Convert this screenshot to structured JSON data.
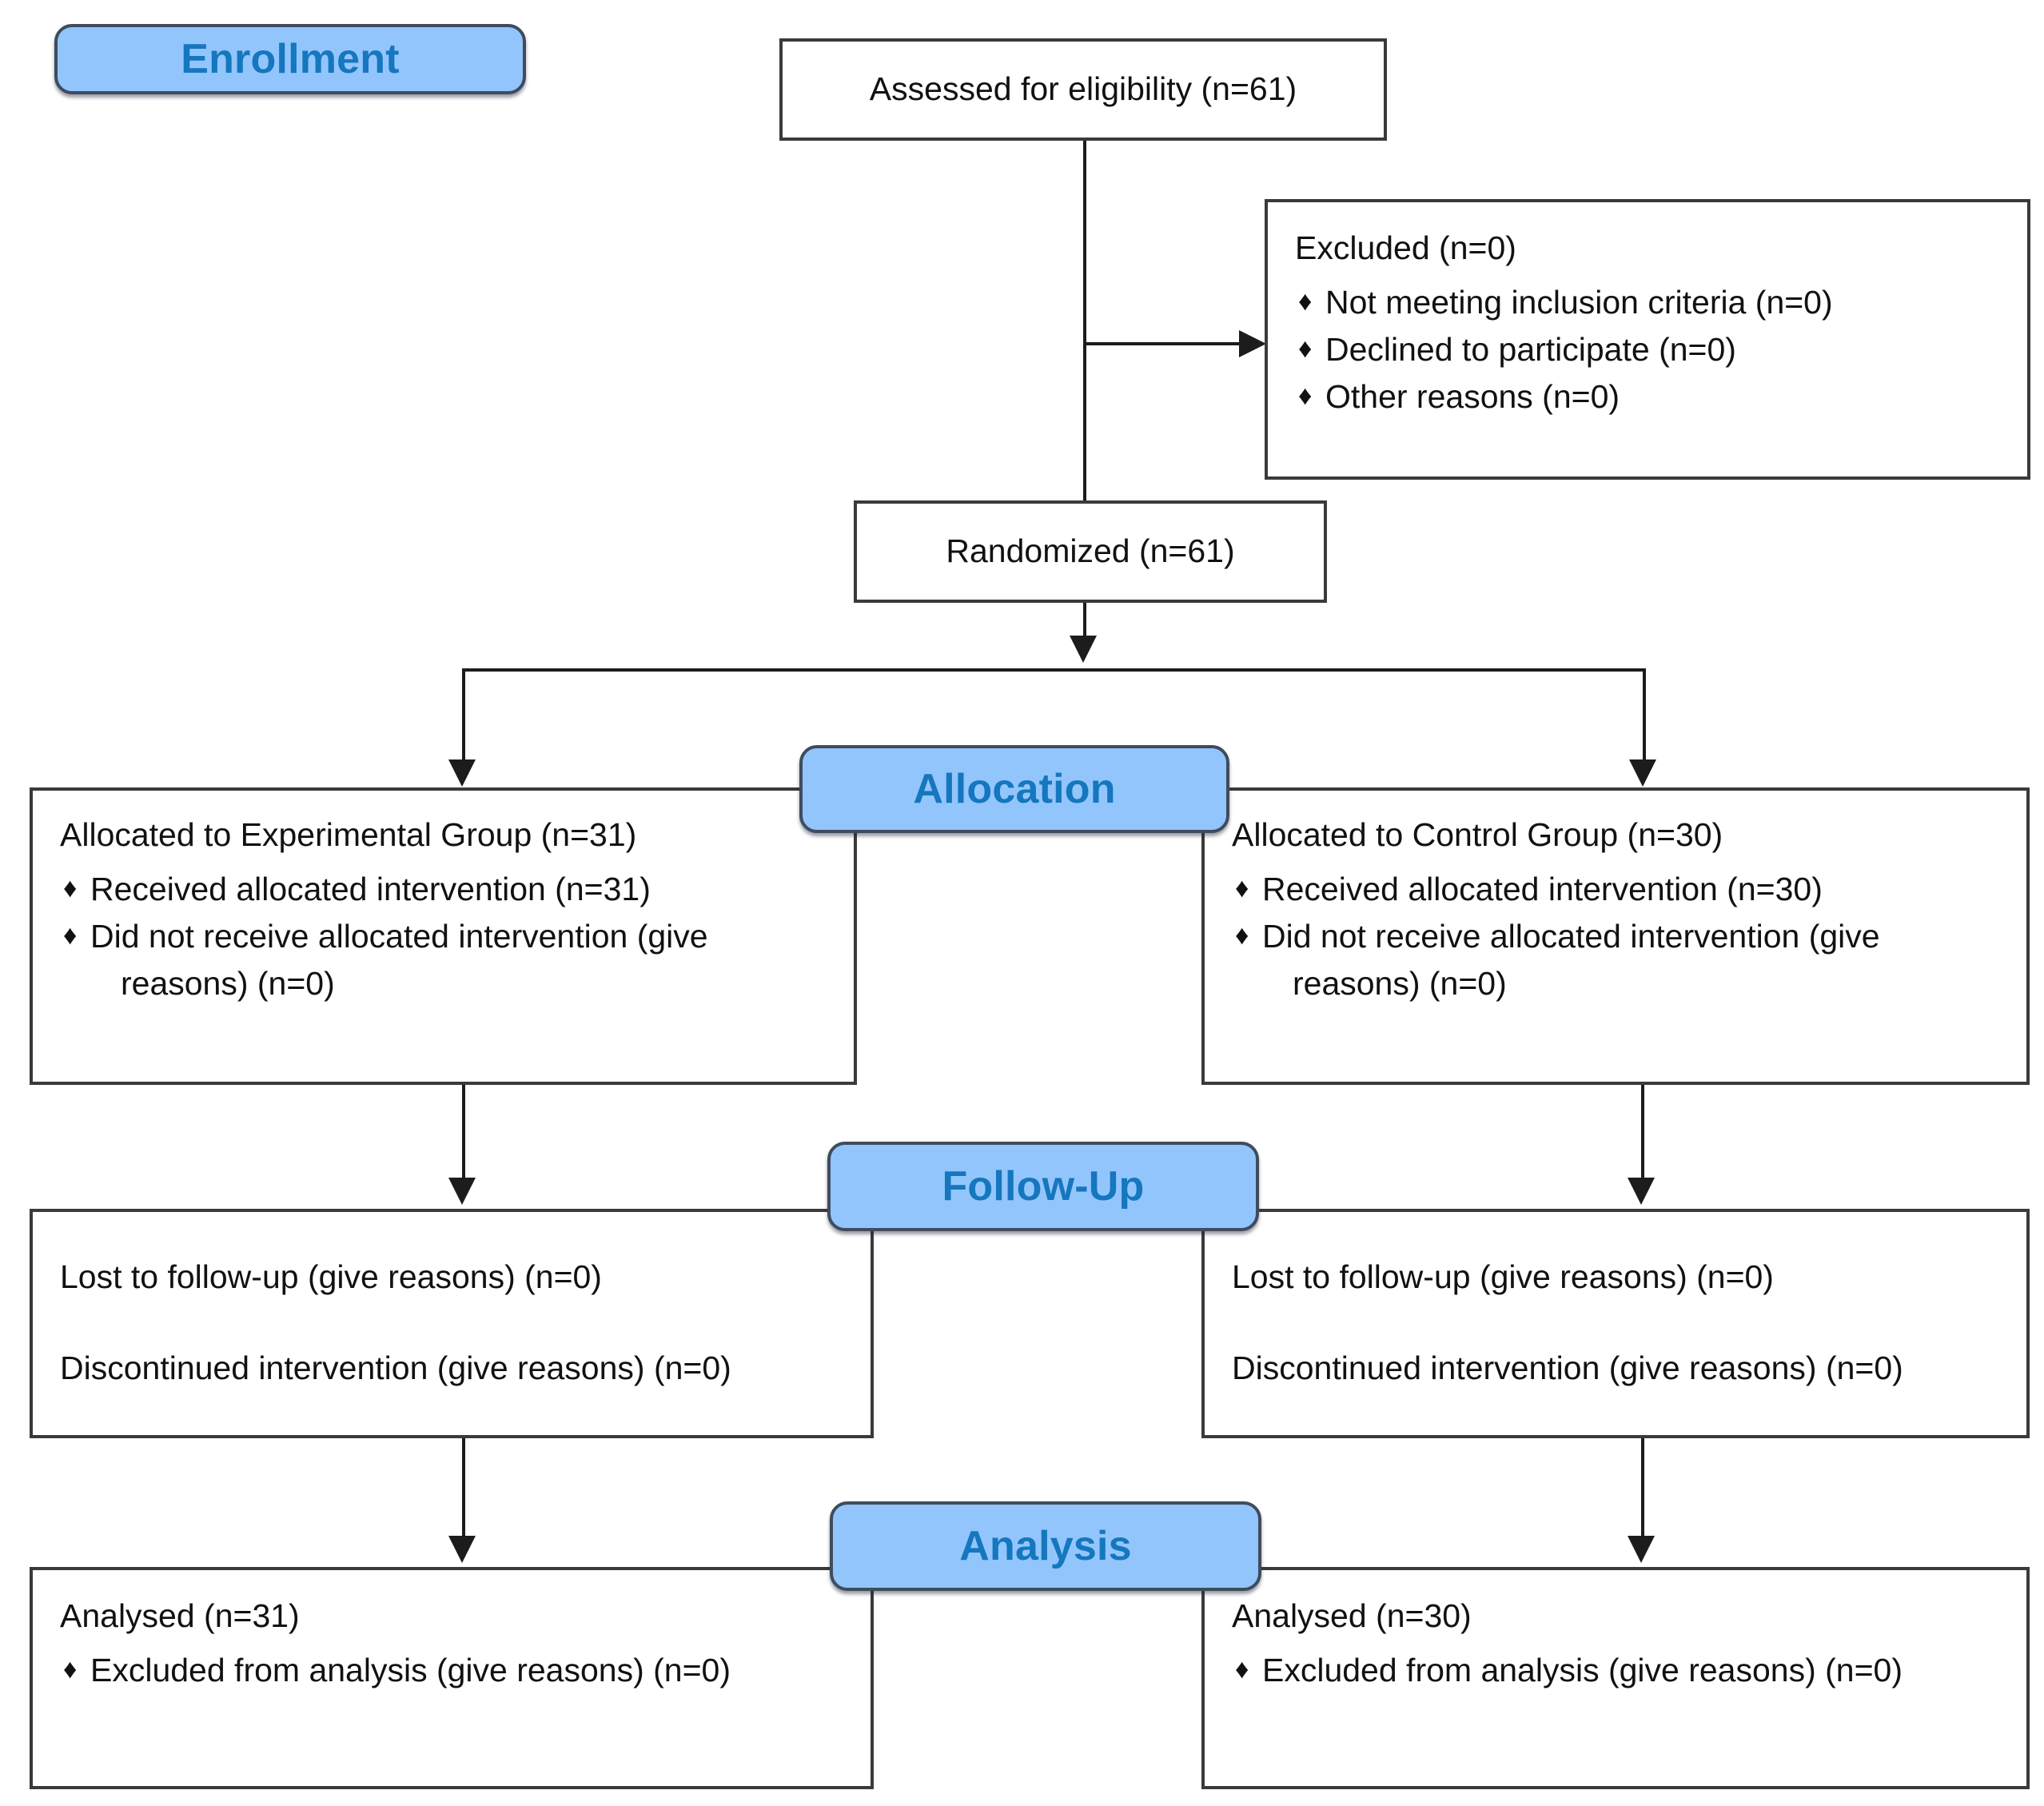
{
  "diagram": {
    "title": "CONSORT participant flow diagram",
    "accent_color": "#93c5fd",
    "badge_text_color": "#1577bd",
    "line_color": "#1c1c1c",
    "bullet_glyph": "♦"
  },
  "stages": {
    "enrollment": "Enrollment",
    "allocation": "Allocation",
    "follow_up": "Follow-Up",
    "analysis": "Analysis"
  },
  "nodes": {
    "assessed": {
      "text": "Assessed for eligibility (n=61)"
    },
    "excluded": {
      "heading": "Excluded (n=0)",
      "items": [
        "Not meeting inclusion criteria (n=0)",
        "Declined to participate (n=0)",
        "Other reasons (n=0)"
      ]
    },
    "randomized": {
      "text": "Randomized (n=61)"
    },
    "alloc_left": {
      "heading": "Allocated to Experimental Group (n=31)",
      "items": [
        "Received allocated intervention (n=31)",
        "Did not receive allocated intervention (give"
      ],
      "item2_cont": "reasons) (n=0)"
    },
    "alloc_right": {
      "heading": "Allocated to Control Group (n=30)",
      "items": [
        "Received allocated intervention (n=30)",
        "Did not receive allocated intervention (give"
      ],
      "item2_cont": "reasons) (n=0)"
    },
    "followup_left": {
      "line1": "Lost to follow-up (give reasons) (n=0)",
      "line2": "Discontinued intervention (give reasons) (n=0)"
    },
    "followup_right": {
      "line1": "Lost to follow-up (give reasons) (n=0)",
      "line2": "Discontinued intervention (give reasons) (n=0)"
    },
    "analysis_left": {
      "heading": "Analysed (n=31)",
      "items": [
        "Excluded from analysis (give reasons) (n=0)"
      ]
    },
    "analysis_right": {
      "heading": "Analysed (n=30)",
      "items": [
        "Excluded from analysis (give reasons) (n=0)"
      ]
    }
  },
  "chart_data": {
    "type": "table",
    "title": "CONSORT flow",
    "flow": [
      {
        "stage": "Enrollment",
        "node": "Assessed for eligibility",
        "n": 61
      },
      {
        "stage": "Enrollment",
        "node": "Excluded",
        "n": 0
      },
      {
        "stage": "Enrollment",
        "node": "Not meeting inclusion criteria",
        "n": 0
      },
      {
        "stage": "Enrollment",
        "node": "Declined to participate",
        "n": 0
      },
      {
        "stage": "Enrollment",
        "node": "Other reasons",
        "n": 0
      },
      {
        "stage": "Enrollment",
        "node": "Randomized",
        "n": 61
      },
      {
        "stage": "Allocation",
        "node": "Allocated to Experimental Group",
        "n": 31
      },
      {
        "stage": "Allocation",
        "node": "Experimental: Received allocated intervention",
        "n": 31
      },
      {
        "stage": "Allocation",
        "node": "Experimental: Did not receive allocated intervention (give reasons)",
        "n": 0
      },
      {
        "stage": "Allocation",
        "node": "Allocated to Control Group",
        "n": 30
      },
      {
        "stage": "Allocation",
        "node": "Control: Received allocated intervention",
        "n": 30
      },
      {
        "stage": "Allocation",
        "node": "Control: Did not receive allocated intervention (give reasons)",
        "n": 0
      },
      {
        "stage": "Follow-Up",
        "node": "Experimental: Lost to follow-up (give reasons)",
        "n": 0
      },
      {
        "stage": "Follow-Up",
        "node": "Experimental: Discontinued intervention (give reasons)",
        "n": 0
      },
      {
        "stage": "Follow-Up",
        "node": "Control: Lost to follow-up (give reasons)",
        "n": 0
      },
      {
        "stage": "Follow-Up",
        "node": "Control: Discontinued intervention (give reasons)",
        "n": 0
      },
      {
        "stage": "Analysis",
        "node": "Experimental: Analysed",
        "n": 31
      },
      {
        "stage": "Analysis",
        "node": "Experimental: Excluded from analysis (give reasons)",
        "n": 0
      },
      {
        "stage": "Analysis",
        "node": "Control: Analysed",
        "n": 30
      },
      {
        "stage": "Analysis",
        "node": "Control: Excluded from analysis (give reasons)",
        "n": 0
      }
    ]
  }
}
